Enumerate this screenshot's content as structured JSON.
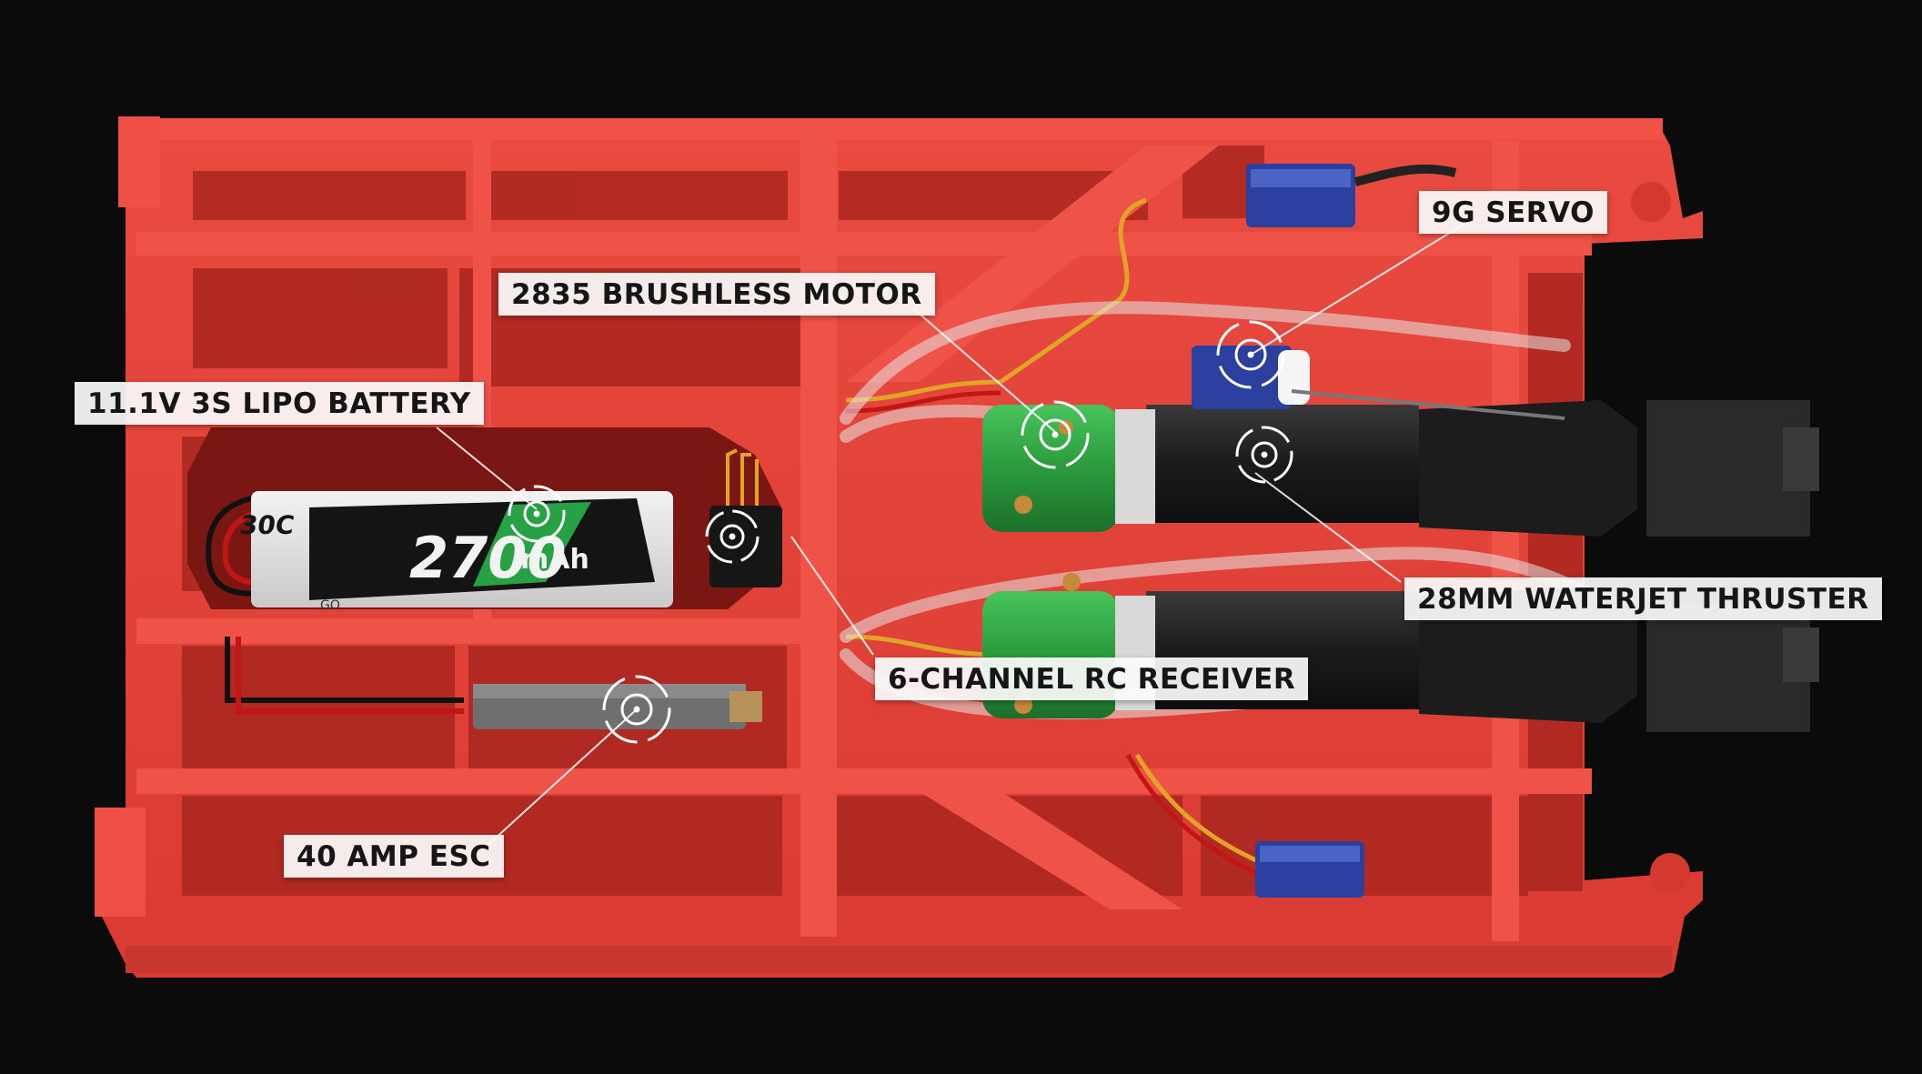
{
  "labels": {
    "servo": "9G SERVO",
    "motor": "2835 BRUSHLESS MOTOR",
    "battery": "11.1V 3S LIPO BATTERY",
    "thruster": "28MM WATERJET THRUSTER",
    "receiver": "6-CHANNEL RC RECEIVER",
    "esc": "40 AMP ESC"
  },
  "battery_print": {
    "rating": "30C",
    "capacity": "2700",
    "unit": "mAh",
    "brand": "GO"
  },
  "colors": {
    "background": "#0b0b0c",
    "hull": "#e8453c",
    "hull_shadow": "#b52d26",
    "motor": "#2fa043",
    "servo": "#2b3f9e",
    "label_bg": "#f5f5f5",
    "label_text": "#161616"
  }
}
